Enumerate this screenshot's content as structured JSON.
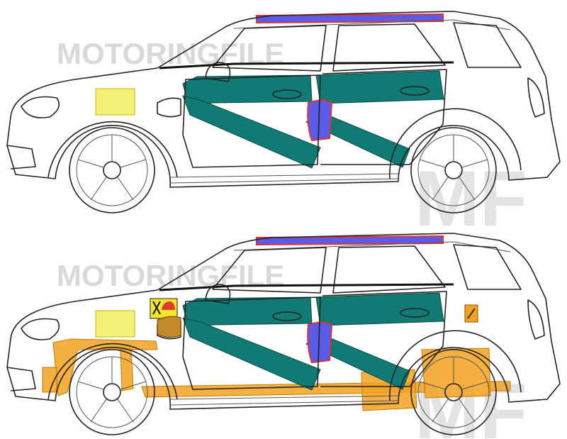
{
  "watermark": {
    "text": "MOTORINGFILE",
    "logo": "MF"
  },
  "colors": {
    "reinforcement": "#127a74",
    "airbag_cushion": "#f5f07a",
    "roof_airbag": "#5a5ce8",
    "outline_red": "#e0303a",
    "high_voltage": "#f2a21e",
    "warning_label_bg": "#f5e62a",
    "body_line": "#222222"
  },
  "views": [
    {
      "name": "structure-view",
      "shows_high_voltage": false
    },
    {
      "name": "high-voltage-view",
      "shows_high_voltage": true
    }
  ],
  "icons": [
    "do-not-cut-warning-icon",
    "fire-helmet-icon",
    "battery-disconnect-icon"
  ]
}
